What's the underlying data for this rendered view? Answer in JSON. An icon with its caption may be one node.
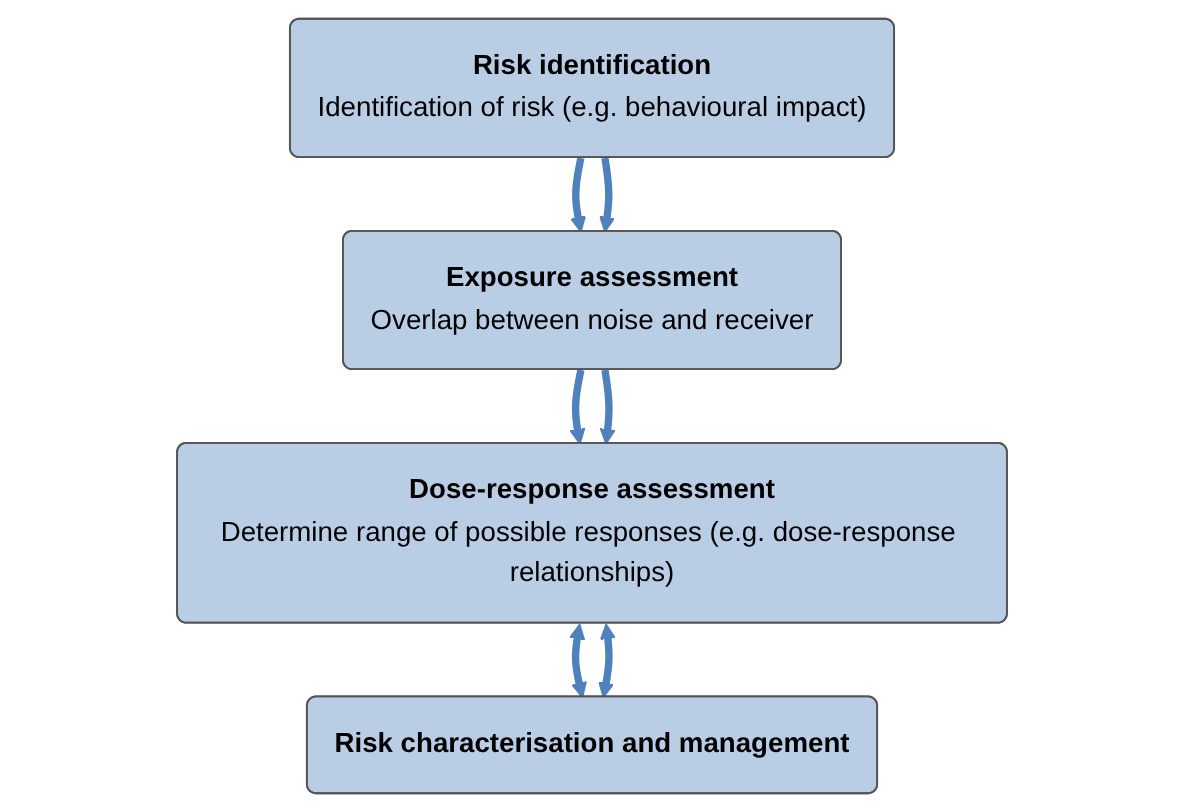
{
  "diagram": {
    "nodes": [
      {
        "text": [
          "Risk identification",
          "Identification of risk (e.g. behavioural impact)"
        ]
      },
      {
        "text": [
          "Exposure assessment",
          "Overlap between noise and receiver"
        ]
      },
      {
        "text": [
          "Dose-response assessment",
          "Determine range of possible responses (e.g. dose-response relationships)"
        ]
      },
      {
        "text": [
          "Risk characterisation and management"
        ]
      }
    ],
    "edges": [
      {
        "from": 0,
        "to": 1,
        "arrow": "to"
      },
      {
        "from": 0,
        "to": 1,
        "arrow": "to"
      },
      {
        "from": 1,
        "to": 2,
        "arrow": "to"
      },
      {
        "from": 1,
        "to": 2,
        "arrow": "to"
      },
      {
        "from": 2,
        "to": 3,
        "arrow": "both"
      },
      {
        "from": 2,
        "to": 3,
        "arrow": "both"
      }
    ]
  }
}
